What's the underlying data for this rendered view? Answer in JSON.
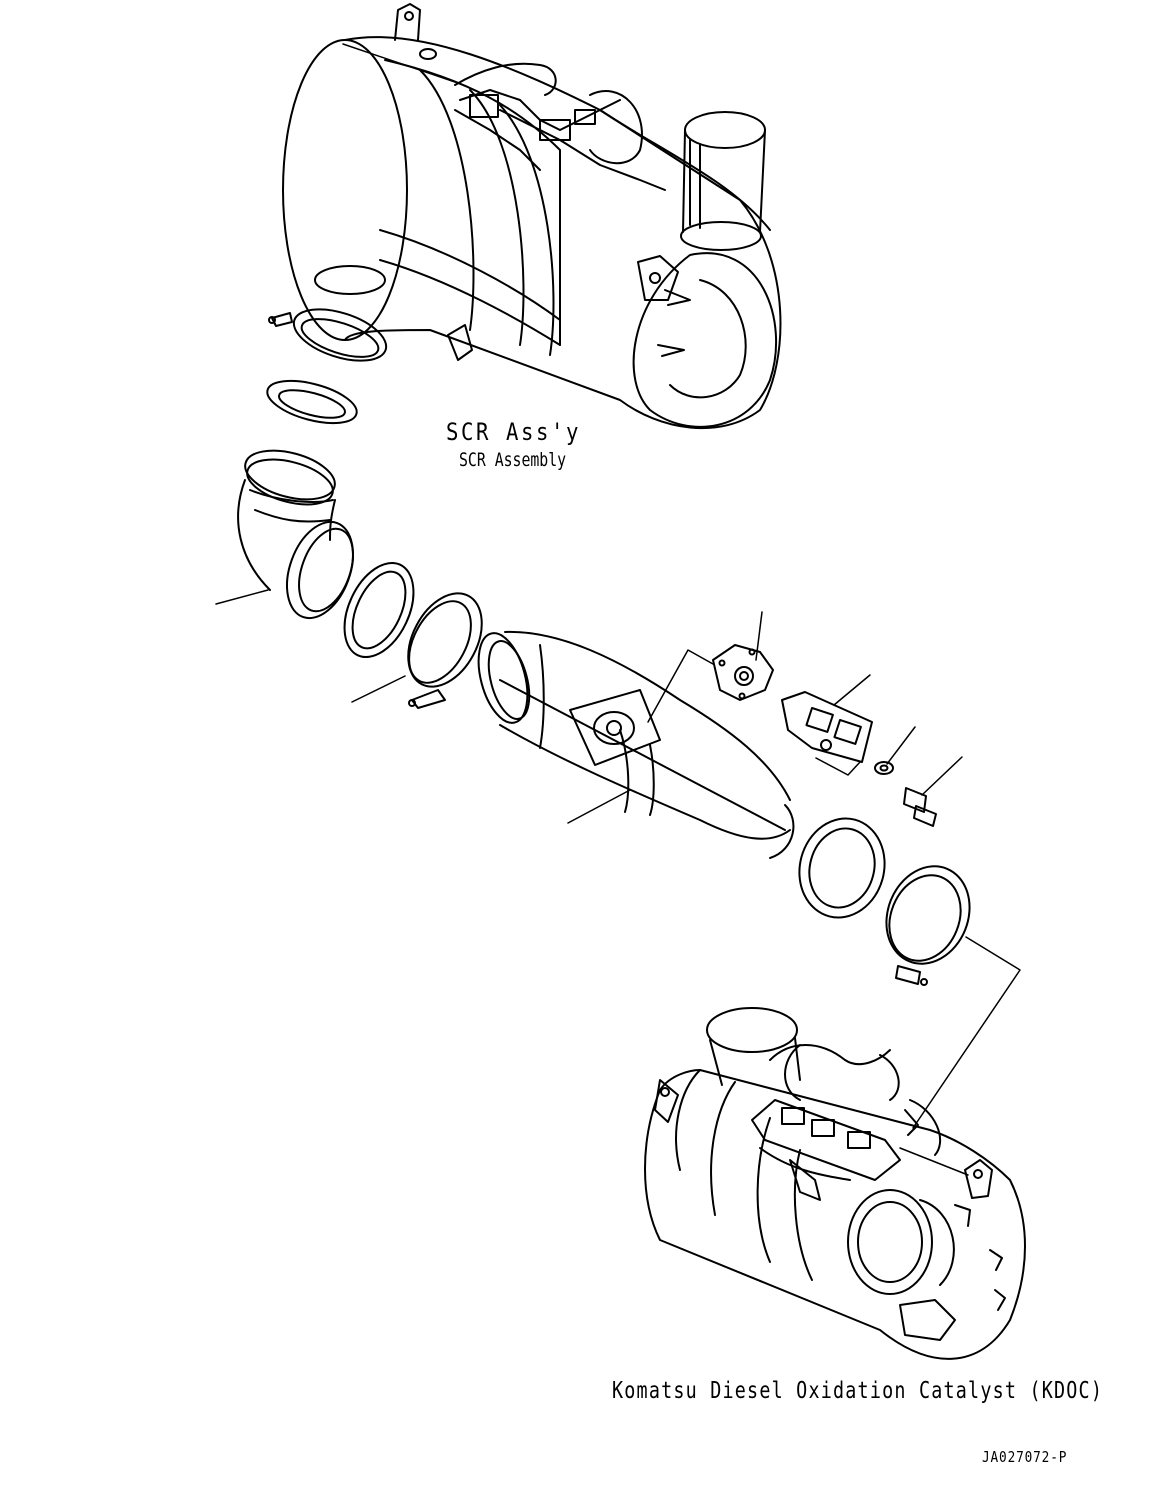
{
  "labels": {
    "scr_title": "SCR Ass'y",
    "scr_subtitle": "SCR Assembly",
    "kdoc": "Komatsu Diesel Oxidation Catalyst (KDOC)",
    "figure_id": "JA027072-P"
  },
  "colors": {
    "line": "#000000",
    "background": "#ffffff"
  }
}
